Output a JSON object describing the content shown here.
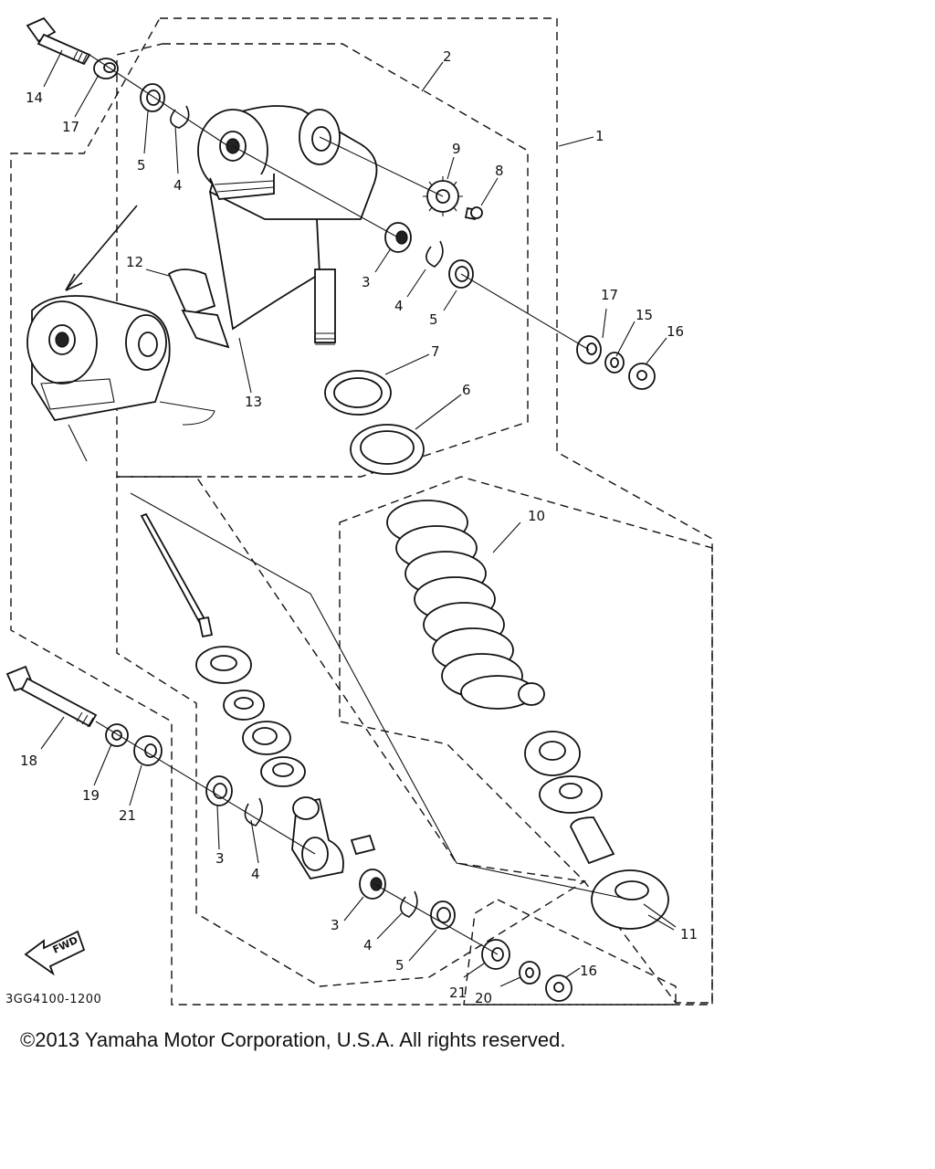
{
  "diagram": {
    "part_code": "3GG4100-1200",
    "fwd_label": "FWD",
    "callouts": [
      "1",
      "2",
      "3",
      "4",
      "5",
      "6",
      "7",
      "8",
      "9",
      "10",
      "11",
      "12",
      "13",
      "14",
      "15",
      "16",
      "17",
      "18",
      "19",
      "20",
      "21"
    ],
    "repeat_callouts": [
      "3",
      "4",
      "5",
      "5",
      "4",
      "17",
      "21",
      "4",
      "3",
      "4",
      "5",
      "16"
    ]
  },
  "footer": {
    "copyright": "©2013 Yamaha Motor Corporation, U.S.A. All rights reserved."
  }
}
